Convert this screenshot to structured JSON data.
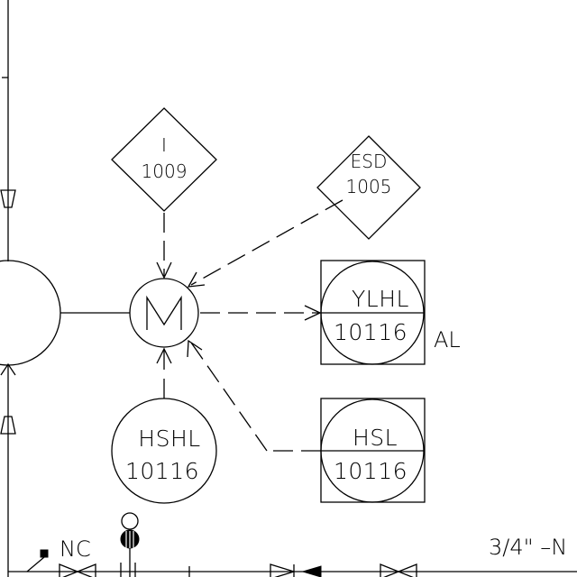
{
  "instruments": {
    "i1009": {
      "function": "I",
      "number": "1009"
    },
    "esd1005": {
      "function": "ESD",
      "number": "1005"
    },
    "motor": {
      "symbol": "M"
    },
    "ylhl": {
      "function": "YLHL",
      "number": "10116"
    },
    "hsl": {
      "function": "HSL",
      "number": "10116"
    },
    "hshl": {
      "function": "HSHL",
      "number": "10116"
    }
  },
  "annotations": {
    "alarm": "AL",
    "normally_closed": "NC",
    "line_size": "3/4\" –N"
  }
}
